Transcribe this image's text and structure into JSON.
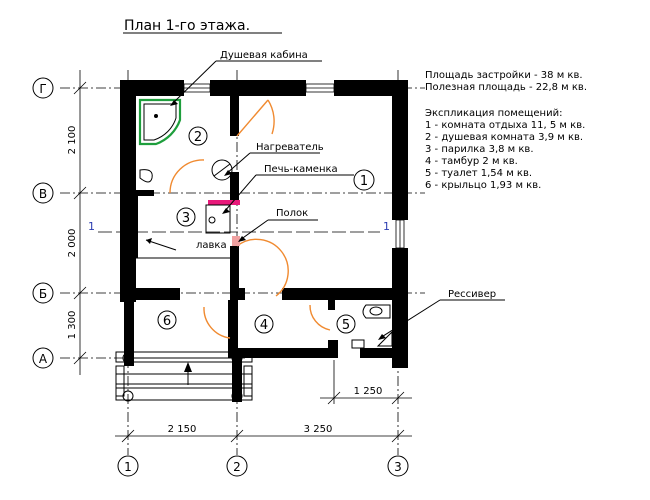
{
  "title": "План 1-го этажа.",
  "stats": [
    "Площадь застройки - 38 м кв.",
    "Полезная площадь - 22,8 м кв."
  ],
  "explication": {
    "heading": "Экспликация помещений:",
    "items": [
      "1 - комната отдыха 11, 5 м кв.",
      "2 - душевая комната 3,9 м кв.",
      "3 - парилка 3,8 м кв.",
      "4 - тамбур 2 м кв.",
      "5 - туалет 1,54 м кв.",
      "6 - крыльцо 1,93 м кв."
    ]
  },
  "callouts": {
    "shower": "Душевая кабина",
    "heater": "Нагреватель",
    "stove": "Печь-каменка",
    "shelf": "Полок",
    "bench": "лавка",
    "receiver": "Рессивер"
  },
  "rooms": [
    "1",
    "2",
    "3",
    "4",
    "5",
    "6"
  ],
  "row_axes": [
    "Г",
    "В",
    "Б",
    "А"
  ],
  "col_axes": [
    "1",
    "2",
    "3"
  ],
  "section_marks": [
    "1",
    "1"
  ],
  "dims": {
    "left": [
      "2 100",
      "2 000",
      "1 300"
    ],
    "bottom": [
      "2 150",
      "3 250"
    ],
    "small": "1 250"
  },
  "colors": {
    "wall": "#000000",
    "door": "#f08a30",
    "shower_tray": "#1e9e3c",
    "heater_bar": "#e8197a",
    "shelf": "#f0a0a0"
  }
}
